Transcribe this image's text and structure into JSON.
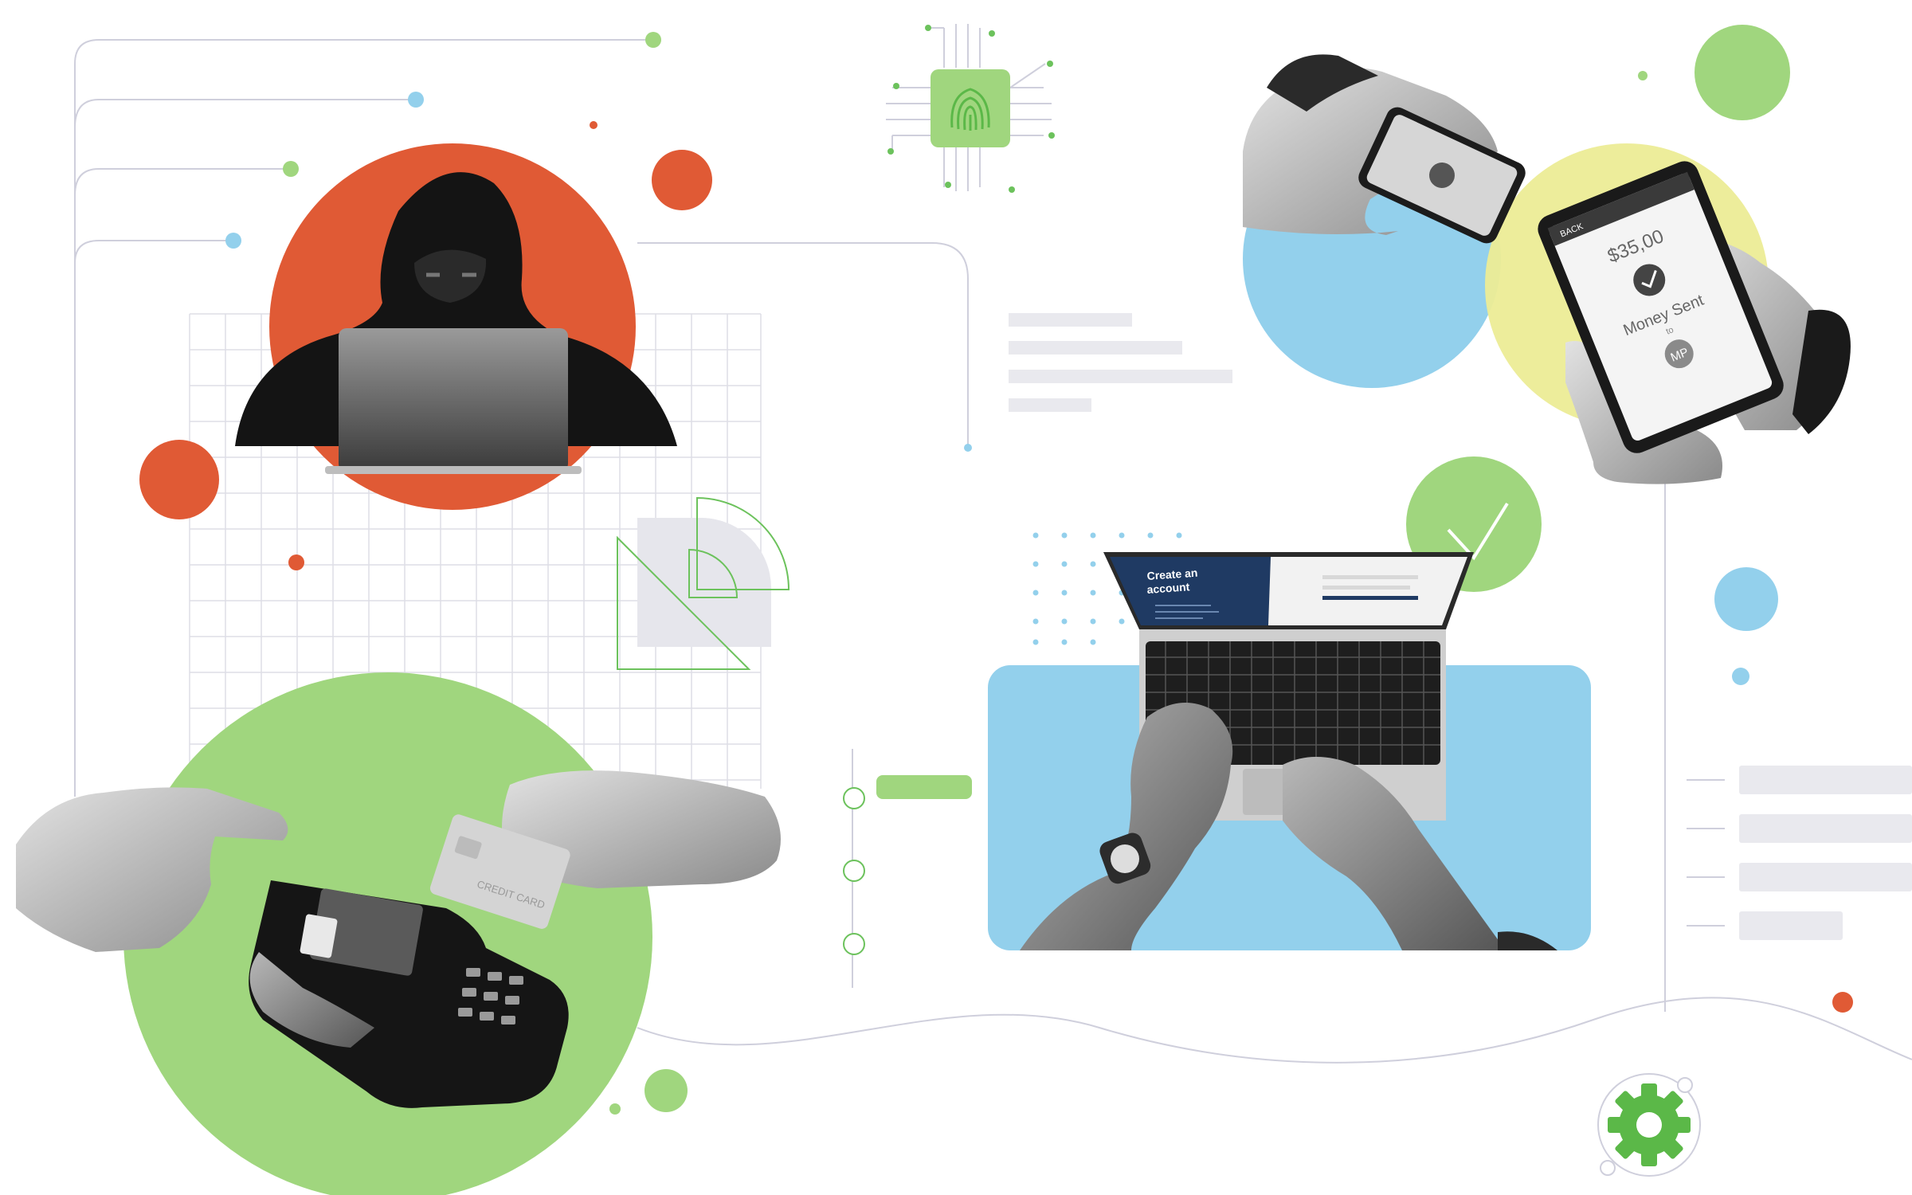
{
  "palette": {
    "orange": "#e05a35",
    "green": "#a0d67e",
    "blue": "#93d0ec",
    "yellow": "#ecec96",
    "line": "#cfcfdc",
    "bar": "#e9e9ee",
    "gear": "#5bb848"
  },
  "icons": [
    "fingerprint-chip-icon",
    "gear-icon",
    "check-icon",
    "protractor-icon",
    "set-square-icon"
  ],
  "phone_screen": {
    "back_label": "BACK",
    "amount": "$35,00",
    "status": "Money Sent",
    "to_label": "to",
    "initials": "MP"
  },
  "laptop_screen": {
    "heading_line1": "Create an",
    "heading_line2": "account"
  },
  "card_label": "CREDIT CARD"
}
